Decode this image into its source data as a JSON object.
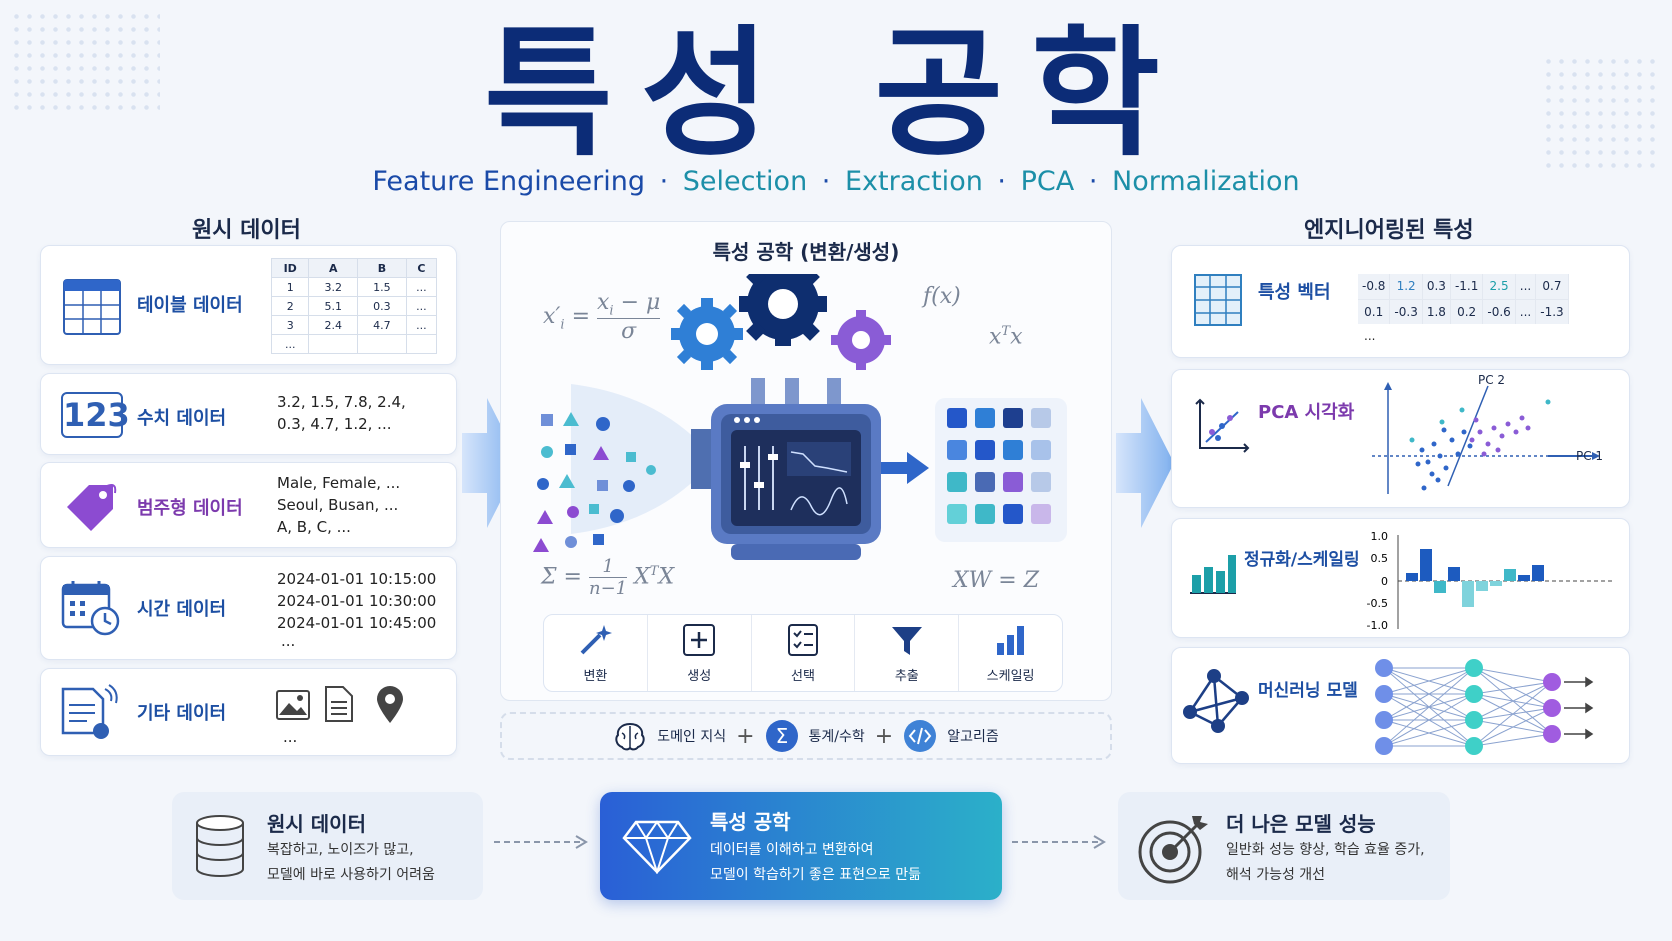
{
  "title": "특성 공학",
  "subtitle": {
    "parts": [
      "Feature Engineering",
      "Selection",
      "Extraction",
      "PCA",
      "Normalization"
    ],
    "sep": "·"
  },
  "left": {
    "heading": "원시 데이터",
    "table_card": {
      "label": "테이블 데이터",
      "headers": [
        "ID",
        "A",
        "B",
        "C"
      ],
      "rows": [
        [
          "1",
          "3.2",
          "1.5",
          "..."
        ],
        [
          "2",
          "5.1",
          "0.3",
          "..."
        ],
        [
          "3",
          "2.4",
          "4.7",
          "..."
        ],
        [
          "...",
          "",
          "",
          ""
        ]
      ]
    },
    "numeric": {
      "label": "수치 데이터",
      "icon_text": "123",
      "line1": "3.2, 1.5, 7.8, 2.4,",
      "line2": "0.3, 4.7, 1.2, ..."
    },
    "categorical": {
      "label": "범주형 데이터",
      "line1": "Male, Female, ...",
      "line2": "Seoul, Busan, ...",
      "line3": "A, B, C, ..."
    },
    "time": {
      "label": "시간 데이터",
      "line1": "2024-01-01 10:15:00",
      "line2": "2024-01-01 10:30:00",
      "line3": "2024-01-01 10:45:00",
      "line4": "..."
    },
    "other": {
      "label": "기타 데이터",
      "more": "..."
    }
  },
  "center": {
    "heading": "특성 공학 (변환/생성)",
    "tools": [
      {
        "label": "변환",
        "icon": "magic-wand-icon"
      },
      {
        "label": "생성",
        "icon": "plus-box-icon"
      },
      {
        "label": "선택",
        "icon": "checklist-icon"
      },
      {
        "label": "추출",
        "icon": "funnel-icon"
      },
      {
        "label": "스케일링",
        "icon": "bar-chart-icon"
      }
    ],
    "bar": {
      "domain": "도메인 지식",
      "stats": "통계/수학",
      "algo": "알고리즘",
      "plus": "+"
    }
  },
  "right": {
    "heading": "엔지니어링된 특성",
    "vector": {
      "label": "특성 벡터",
      "row1": [
        "-0.8",
        "1.2",
        "0.3",
        "-1.1",
        "2.5",
        "...",
        "0.7"
      ],
      "row2": [
        "0.1",
        "-0.3",
        "1.8",
        "0.2",
        "-0.6",
        "...",
        "-1.3"
      ],
      "more": "..."
    },
    "pca": {
      "label": "PCA 시각화",
      "pc1": "PC 1",
      "pc2": "PC 2"
    },
    "norm": {
      "label": "정규화/스케일링",
      "ticks": [
        "1.0",
        "0.5",
        "0",
        "-0.5",
        "-1.0"
      ]
    },
    "ml": {
      "label": "머신러닝 모델"
    }
  },
  "bottom": {
    "raw": {
      "title": "원시 데이터",
      "line1": "복잡하고, 노이즈가 많고,",
      "line2": "모델에 바로 사용하기 어려움"
    },
    "fe": {
      "title": "특성 공학",
      "line1": "데이터를 이해하고 변환하여",
      "line2": "모델이 학습하기 좋은 표현으로 만듦"
    },
    "perf": {
      "title": "더 나은 모델 성능",
      "line1": "일반화 성능 향상, 학습 효율 증가,",
      "line2": "해석 가능성 개선"
    }
  },
  "colors": {
    "title": "#0c2c77",
    "accent_blue": "#1d4fa3",
    "accent_teal": "#1c8fa8",
    "purple": "#7c3aad"
  }
}
